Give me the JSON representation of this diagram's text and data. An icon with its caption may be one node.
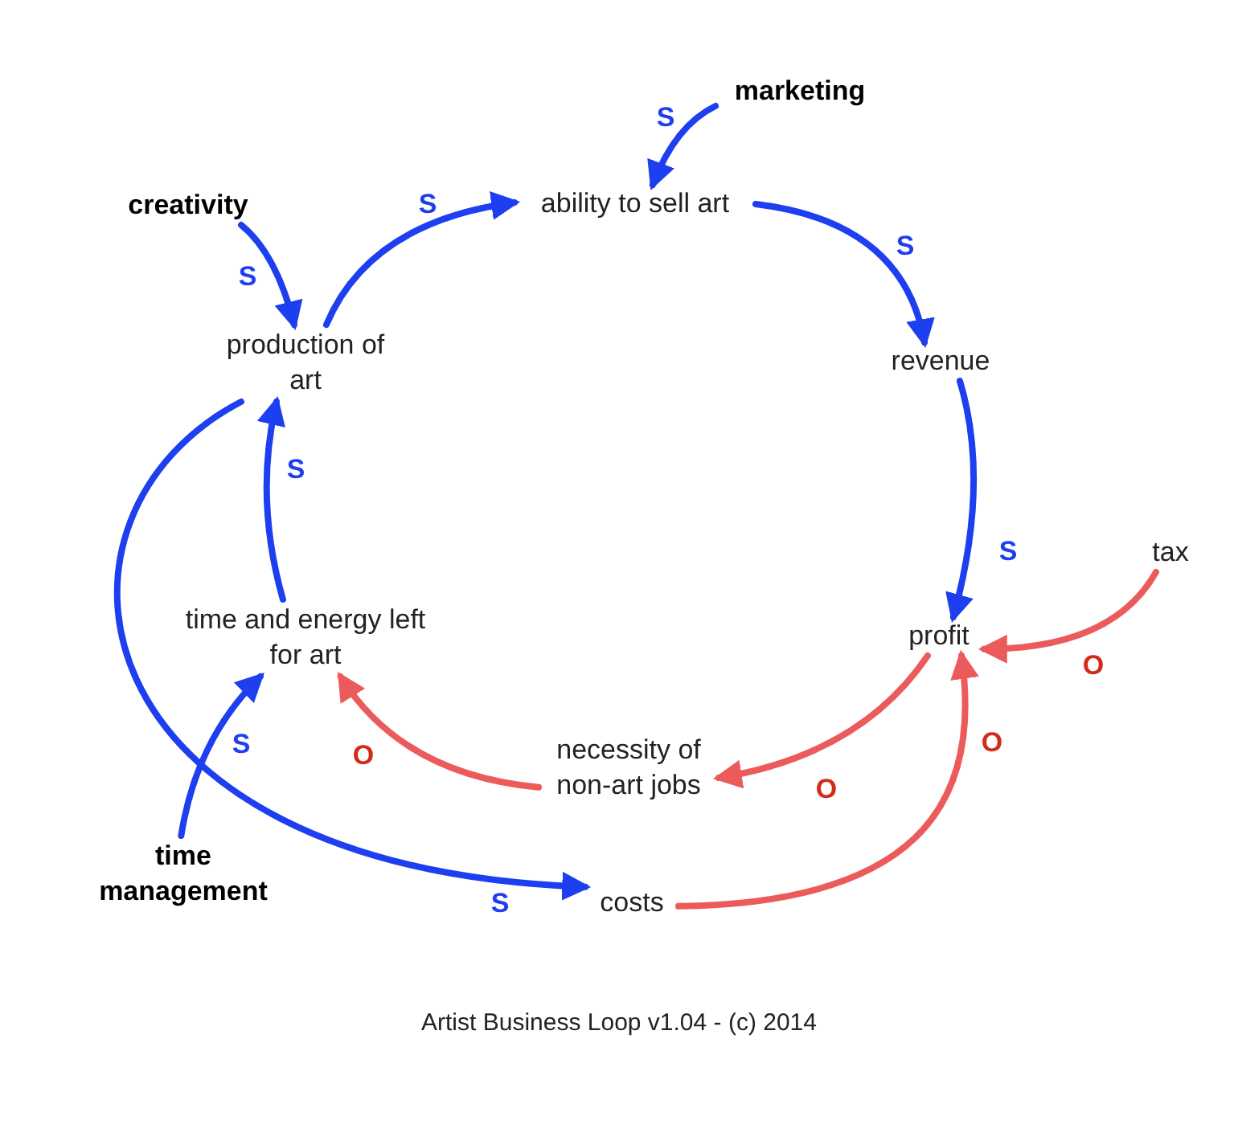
{
  "diagram": {
    "caption": "Artist Business Loop v1.04 - (c) 2014",
    "nodes": [
      {
        "text": [
          "marketing"
        ]
      },
      {
        "text": [
          "ability to sell art"
        ]
      },
      {
        "text": [
          "creativity"
        ]
      },
      {
        "text": [
          "production of art"
        ]
      },
      {
        "text": [
          "revenue"
        ]
      },
      {
        "text": [
          "tax"
        ]
      },
      {
        "text": [
          "time and energy left for art"
        ]
      },
      {
        "text": [
          "profit"
        ]
      },
      {
        "text": [
          "necessity of non-art jobs"
        ]
      },
      {
        "text": [
          "time management"
        ]
      },
      {
        "text": [
          "costs"
        ]
      }
    ],
    "edges": [
      {
        "from": 0,
        "to": 1,
        "arrow": "to",
        "label": "S"
      },
      {
        "from": 2,
        "to": 3,
        "arrow": "to",
        "label": "S"
      },
      {
        "from": 3,
        "to": 1,
        "arrow": "to",
        "label": "S"
      },
      {
        "from": 1,
        "to": 4,
        "arrow": "to",
        "label": "S"
      },
      {
        "from": 4,
        "to": 7,
        "arrow": "to",
        "label": "S"
      },
      {
        "from": 5,
        "to": 7,
        "arrow": "to",
        "label": "O",
        "color": "#ec5b5b"
      },
      {
        "from": 6,
        "to": 3,
        "arrow": "to",
        "label": "S"
      },
      {
        "from": 7,
        "to": 8,
        "arrow": "to",
        "label": "O",
        "color": "#ec5b5b"
      },
      {
        "from": 8,
        "to": 6,
        "arrow": "to",
        "label": "O",
        "color": "#ec5b5b"
      },
      {
        "from": 9,
        "to": 6,
        "arrow": "to",
        "label": "S"
      },
      {
        "from": 3,
        "to": 10,
        "arrow": "to",
        "label": "S"
      },
      {
        "from": 10,
        "to": 7,
        "arrow": "to",
        "label": "O",
        "color": "#ec5b5b"
      }
    ]
  }
}
